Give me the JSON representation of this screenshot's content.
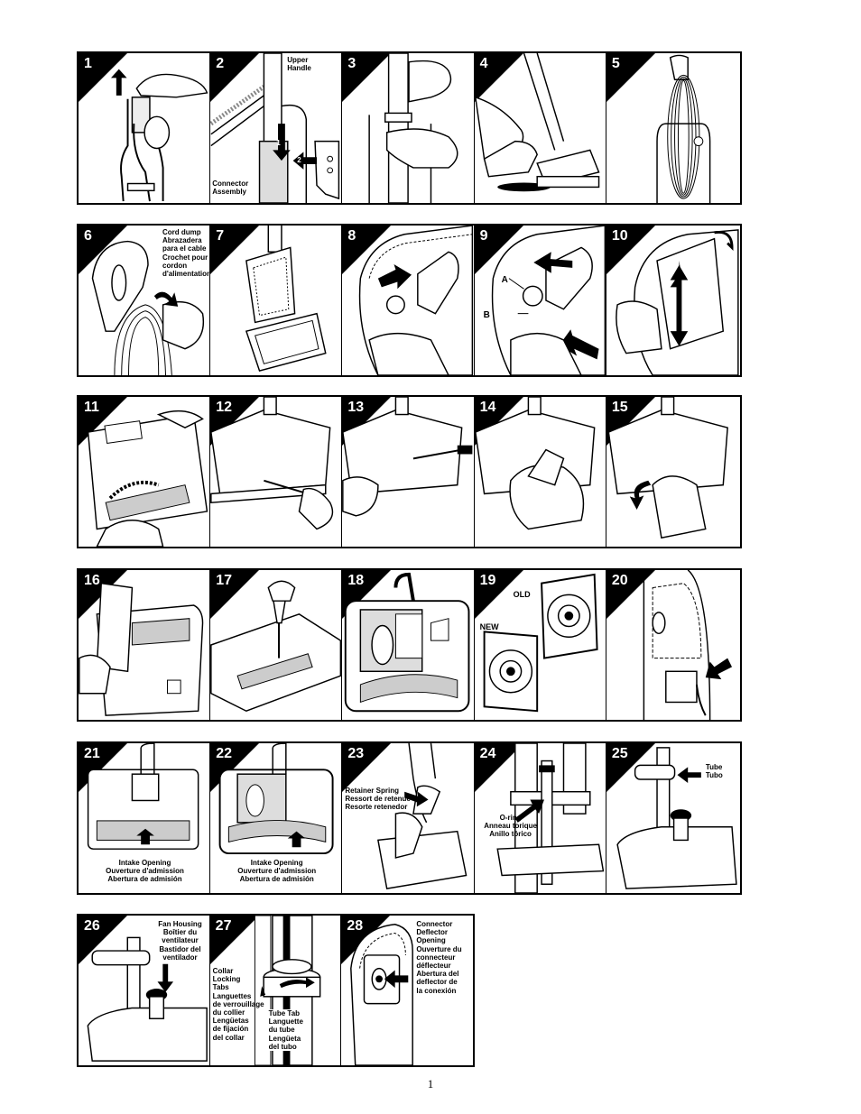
{
  "steps": [
    {
      "n": "1"
    },
    {
      "n": "2",
      "labels": {
        "upper_handle": [
          "Upper",
          "Handle"
        ],
        "connector_assembly": [
          "Connector",
          "Assembly"
        ],
        "arrow1": "1",
        "arrow2": "2"
      }
    },
    {
      "n": "3"
    },
    {
      "n": "4"
    },
    {
      "n": "5"
    },
    {
      "n": "6",
      "labels": {
        "cord_dump": [
          "Cord dump",
          "Abrazadera",
          "para el cable",
          "Crochet pour",
          "cordon",
          "d'alimentation"
        ]
      }
    },
    {
      "n": "7"
    },
    {
      "n": "8"
    },
    {
      "n": "9",
      "labels": {
        "a": "A",
        "b": "B"
      }
    },
    {
      "n": "10"
    },
    {
      "n": "11"
    },
    {
      "n": "12"
    },
    {
      "n": "13"
    },
    {
      "n": "14"
    },
    {
      "n": "15"
    },
    {
      "n": "16"
    },
    {
      "n": "17"
    },
    {
      "n": "18"
    },
    {
      "n": "19",
      "labels": {
        "old": "OLD",
        "new": "NEW"
      }
    },
    {
      "n": "20"
    },
    {
      "n": "21",
      "labels": {
        "intake": [
          "Intake Opening",
          "Ouverture d'admission",
          "Abertura de admisión"
        ]
      }
    },
    {
      "n": "22",
      "labels": {
        "intake": [
          "Intake Opening",
          "Ouverture d'admission",
          "Abertura de admisión"
        ]
      }
    },
    {
      "n": "23",
      "labels": {
        "retainer": [
          "Retainer Spring",
          "Ressort de retenue",
          "Resorte retenedor"
        ]
      }
    },
    {
      "n": "24",
      "labels": {
        "oring": [
          "O-ring",
          "Anneau torique",
          "Anillo tórico"
        ]
      }
    },
    {
      "n": "25",
      "labels": {
        "tube": [
          "Tube",
          "Tubo"
        ]
      }
    },
    {
      "n": "26",
      "labels": {
        "fan": [
          "Fan Housing",
          "Boîtier du",
          "ventilateur",
          "Bastidor del",
          "ventilador"
        ]
      }
    },
    {
      "n": "27",
      "labels": {
        "collar": [
          "Collar",
          "Locking",
          "Tabs",
          "Languettes",
          "de verrouillage",
          "du collier",
          "Lengüetas",
          "de fijación",
          "del collar"
        ],
        "tube_tab": [
          "Tube Tab",
          "Languette",
          "du tube",
          "Lengüeta",
          "del tubo"
        ]
      }
    },
    {
      "n": "28",
      "labels": {
        "connector": [
          "Connector",
          "Deflector",
          "Opening",
          "Ouverture du",
          "connecteur",
          "déflecteur",
          "Abertura del",
          "deflector de",
          "la conexión"
        ]
      }
    }
  ],
  "page_number": "1"
}
